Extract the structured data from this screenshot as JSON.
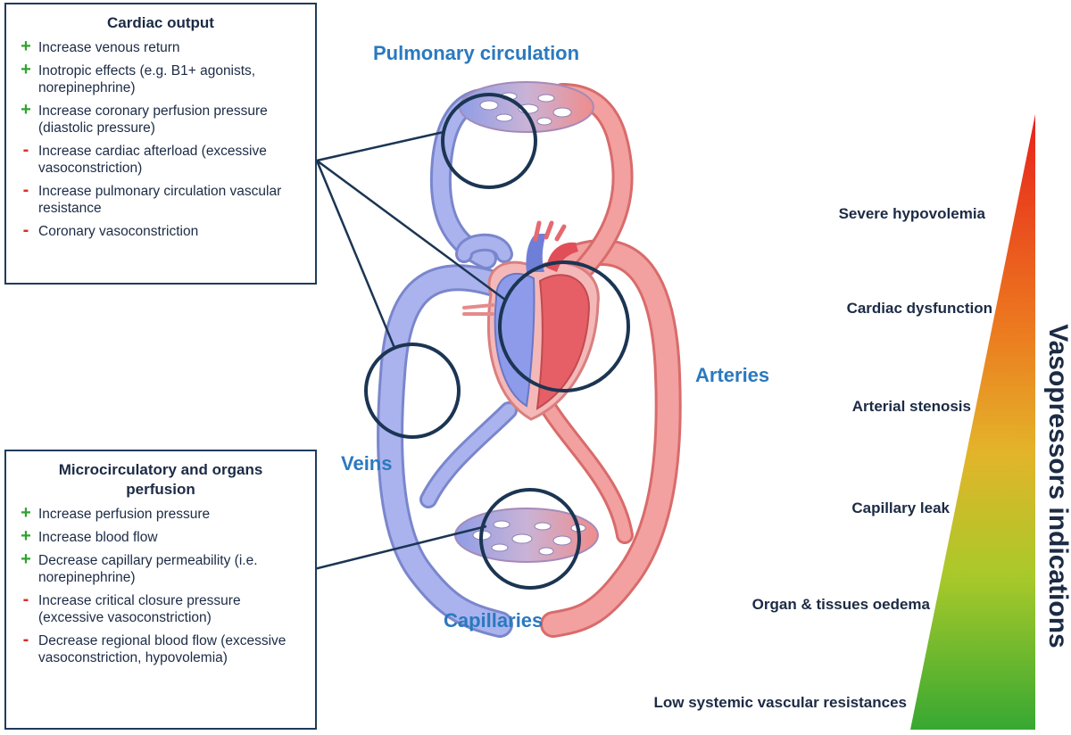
{
  "cardiac_box": {
    "title": "Cardiac output",
    "items": [
      {
        "sign": "+",
        "text": "Increase venous return"
      },
      {
        "sign": "+",
        "text": "Inotropic effects (e.g. B1+ agonists, norepinephrine)"
      },
      {
        "sign": "+",
        "text": "Increase coronary perfusion pressure (diastolic pressure)"
      },
      {
        "sign": "-",
        "text": "Increase cardiac afterload (excessive vasoconstriction)"
      },
      {
        "sign": "-",
        "text": "Increase pulmonary circulation vascular resistance"
      },
      {
        "sign": "-",
        "text": "Coronary vasoconstriction"
      }
    ]
  },
  "micro_box": {
    "title": "Microcirculatory and organs perfusion",
    "items": [
      {
        "sign": "+",
        "text": "Increase perfusion pressure"
      },
      {
        "sign": "+",
        "text": "Increase blood flow"
      },
      {
        "sign": "+",
        "text": "Decrease capillary permeability (i.e. norepinephrine)"
      },
      {
        "sign": "-",
        "text": "Increase critical closure pressure (excessive vasoconstriction)"
      },
      {
        "sign": "-",
        "text": "Decrease regional blood flow (excessive vasoconstriction, hypovolemia)"
      }
    ]
  },
  "labels": {
    "pulmonary": "Pulmonary circulation",
    "arteries": "Arteries",
    "veins": "Veins",
    "capillaries": "Capillaries"
  },
  "indications": {
    "title": "Vasopressors indications",
    "items": [
      "Severe hypovolemia",
      "Cardiac dysfunction",
      "Arterial stenosis",
      "Capillary leak",
      "Organ & tissues oedema",
      "Low systemic vascular resistances"
    ]
  },
  "colors": {
    "vein_blue": "#9aa6e8",
    "artery_red": "#ef8c8c",
    "label_blue": "#2a79bf",
    "circle_navy": "#1b3553",
    "plus_green": "#2fa32f",
    "minus_red": "#d93025",
    "gradient_top": "#e8211c",
    "gradient_mid": "#e0b02a",
    "gradient_bottom": "#37a832"
  }
}
